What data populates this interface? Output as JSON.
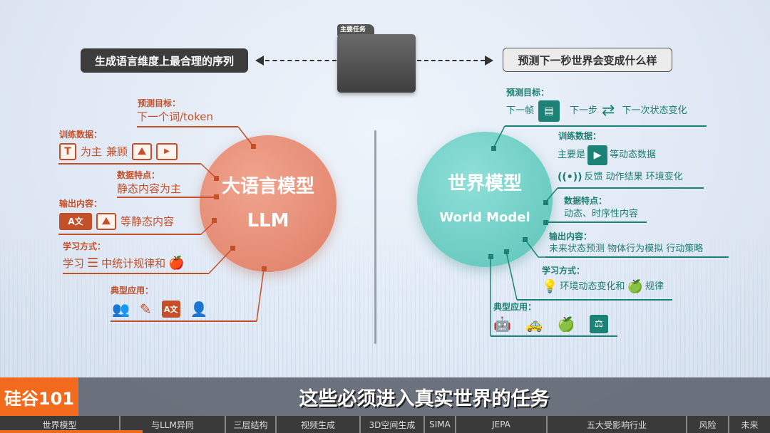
{
  "top": {
    "left_task": "生成语言维度上最合理的序列",
    "folder_label": "主要任务",
    "right_task": "预测下一秒世界会变成什么样"
  },
  "llm": {
    "title": "大语言模型",
    "subtitle": "LLM",
    "predict_h": "预测目标：",
    "predict_t": "下一个词/token",
    "train_h": "训练数据：",
    "train_main": "为主",
    "train_also": "兼顾",
    "feature_h": "数据特点：",
    "feature_t": "静态内容为主",
    "output_h": "输出内容：",
    "output_t": "等静态内容",
    "learn_h": "学习方式：",
    "learn_a": "学习",
    "learn_b": "中统计规律和",
    "apps_h": "典型应用："
  },
  "wm": {
    "title": "世界模型",
    "subtitle": "World Model",
    "predict_h": "预测目标：",
    "p1": "下一帧",
    "p2": "下一步",
    "p3": "下一次状态变化",
    "train_h": "训练数据：",
    "train_a": "主要是",
    "train_b": "等动态数据",
    "train_c": "反馈  动作结果  环境变化",
    "feature_h": "数据特点：",
    "feature_t": "动态、时序性内容",
    "output_h": "输出内容：",
    "output_t": "未来状态预测  物体行为模拟  行动策略",
    "learn_h": "学习方式：",
    "learn_a": "环境动态变化和",
    "learn_b": "规律",
    "apps_h": "典型应用："
  },
  "logo": "硅谷101",
  "subtitle": "这些必须进入真实世界的任务",
  "nav": [
    "世界模型",
    "与LLM异同",
    "三层结构",
    "视频生成",
    "3D空间生成",
    "SIMA",
    "JEPA",
    "五大受影响行业",
    "风险",
    "未来"
  ],
  "nav_progress": 0.185,
  "colors": {
    "orange": "#c4502a",
    "teal": "#1d8276",
    "logo": "#f26a1b"
  }
}
